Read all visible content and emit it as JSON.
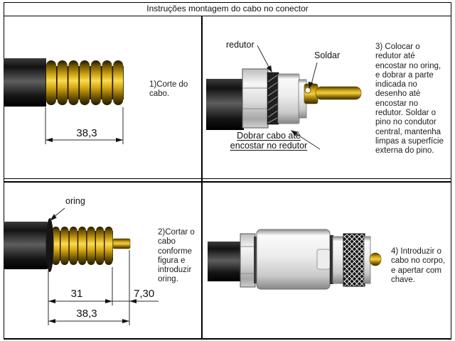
{
  "title": "Instruções montagem do cabo no conector",
  "colors": {
    "gold": "#e3b92a",
    "cable_black": "#141414",
    "silver": "#e6e6e6",
    "frame_line": "#000000"
  },
  "steps": {
    "step1": {
      "instruction": "1)Corte do\ncabo.",
      "dim_total": "38,3"
    },
    "step2": {
      "instruction": "2)Cortar o\ncabo\nconforme\nfigura e\nintroduzir\noring.",
      "label_oring": "oring",
      "dim_braid": "31",
      "dim_conductor": "7,30",
      "dim_total": "38,3"
    },
    "step3": {
      "instruction": "3) Colocar o\nredutor até\nencostar no oring,\ne dobrar a parte\nindicada no\ndesenho até\nencostar no\nredutor. Soldar o\npino no condutor\ncentral, mantenha\nlimpas a superfície\nexterna do pino.",
      "label_redutor": "redutor",
      "label_soldar": "Soldar",
      "label_dobrar": "Dobrar cabo até\nencostar no redutor"
    },
    "step4": {
      "instruction": "4) Introduzir o\ncabo no corpo,\ne apertar com\nchave."
    }
  }
}
